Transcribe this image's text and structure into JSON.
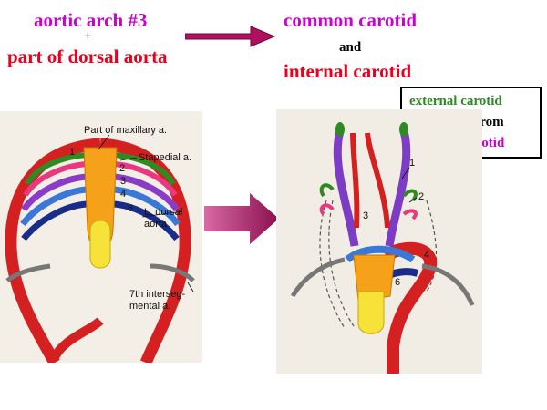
{
  "header": {
    "left_line1": "aortic arch #3",
    "plus": "+",
    "left_line2": "part of dorsal aorta",
    "right_line1": "common carotid",
    "and": "and",
    "right_line2": "internal carotid"
  },
  "info_box": {
    "line1": "external carotid",
    "line2": "sprouts off from",
    "line3": "common  carotid"
  },
  "left_diagram": {
    "labels": {
      "maxillary": "Part of maxillary a.",
      "stapedial": "Stapedial a.",
      "dorsal_aorta_1": "L. dorsal",
      "dorsal_aorta_2": "aorta",
      "interseg_1": "7th interseg-",
      "interseg_2": "mental a."
    },
    "arch_numbers": [
      "1",
      "2",
      "3",
      "4",
      "6"
    ]
  },
  "right_diagram": {
    "arch_numbers": [
      "1",
      "2",
      "3",
      "4",
      "6"
    ]
  },
  "colors": {
    "magenta": "#cc00cc",
    "red": "#e8001c",
    "green": "#2e8b22",
    "arrow": "#b0105e"
  }
}
